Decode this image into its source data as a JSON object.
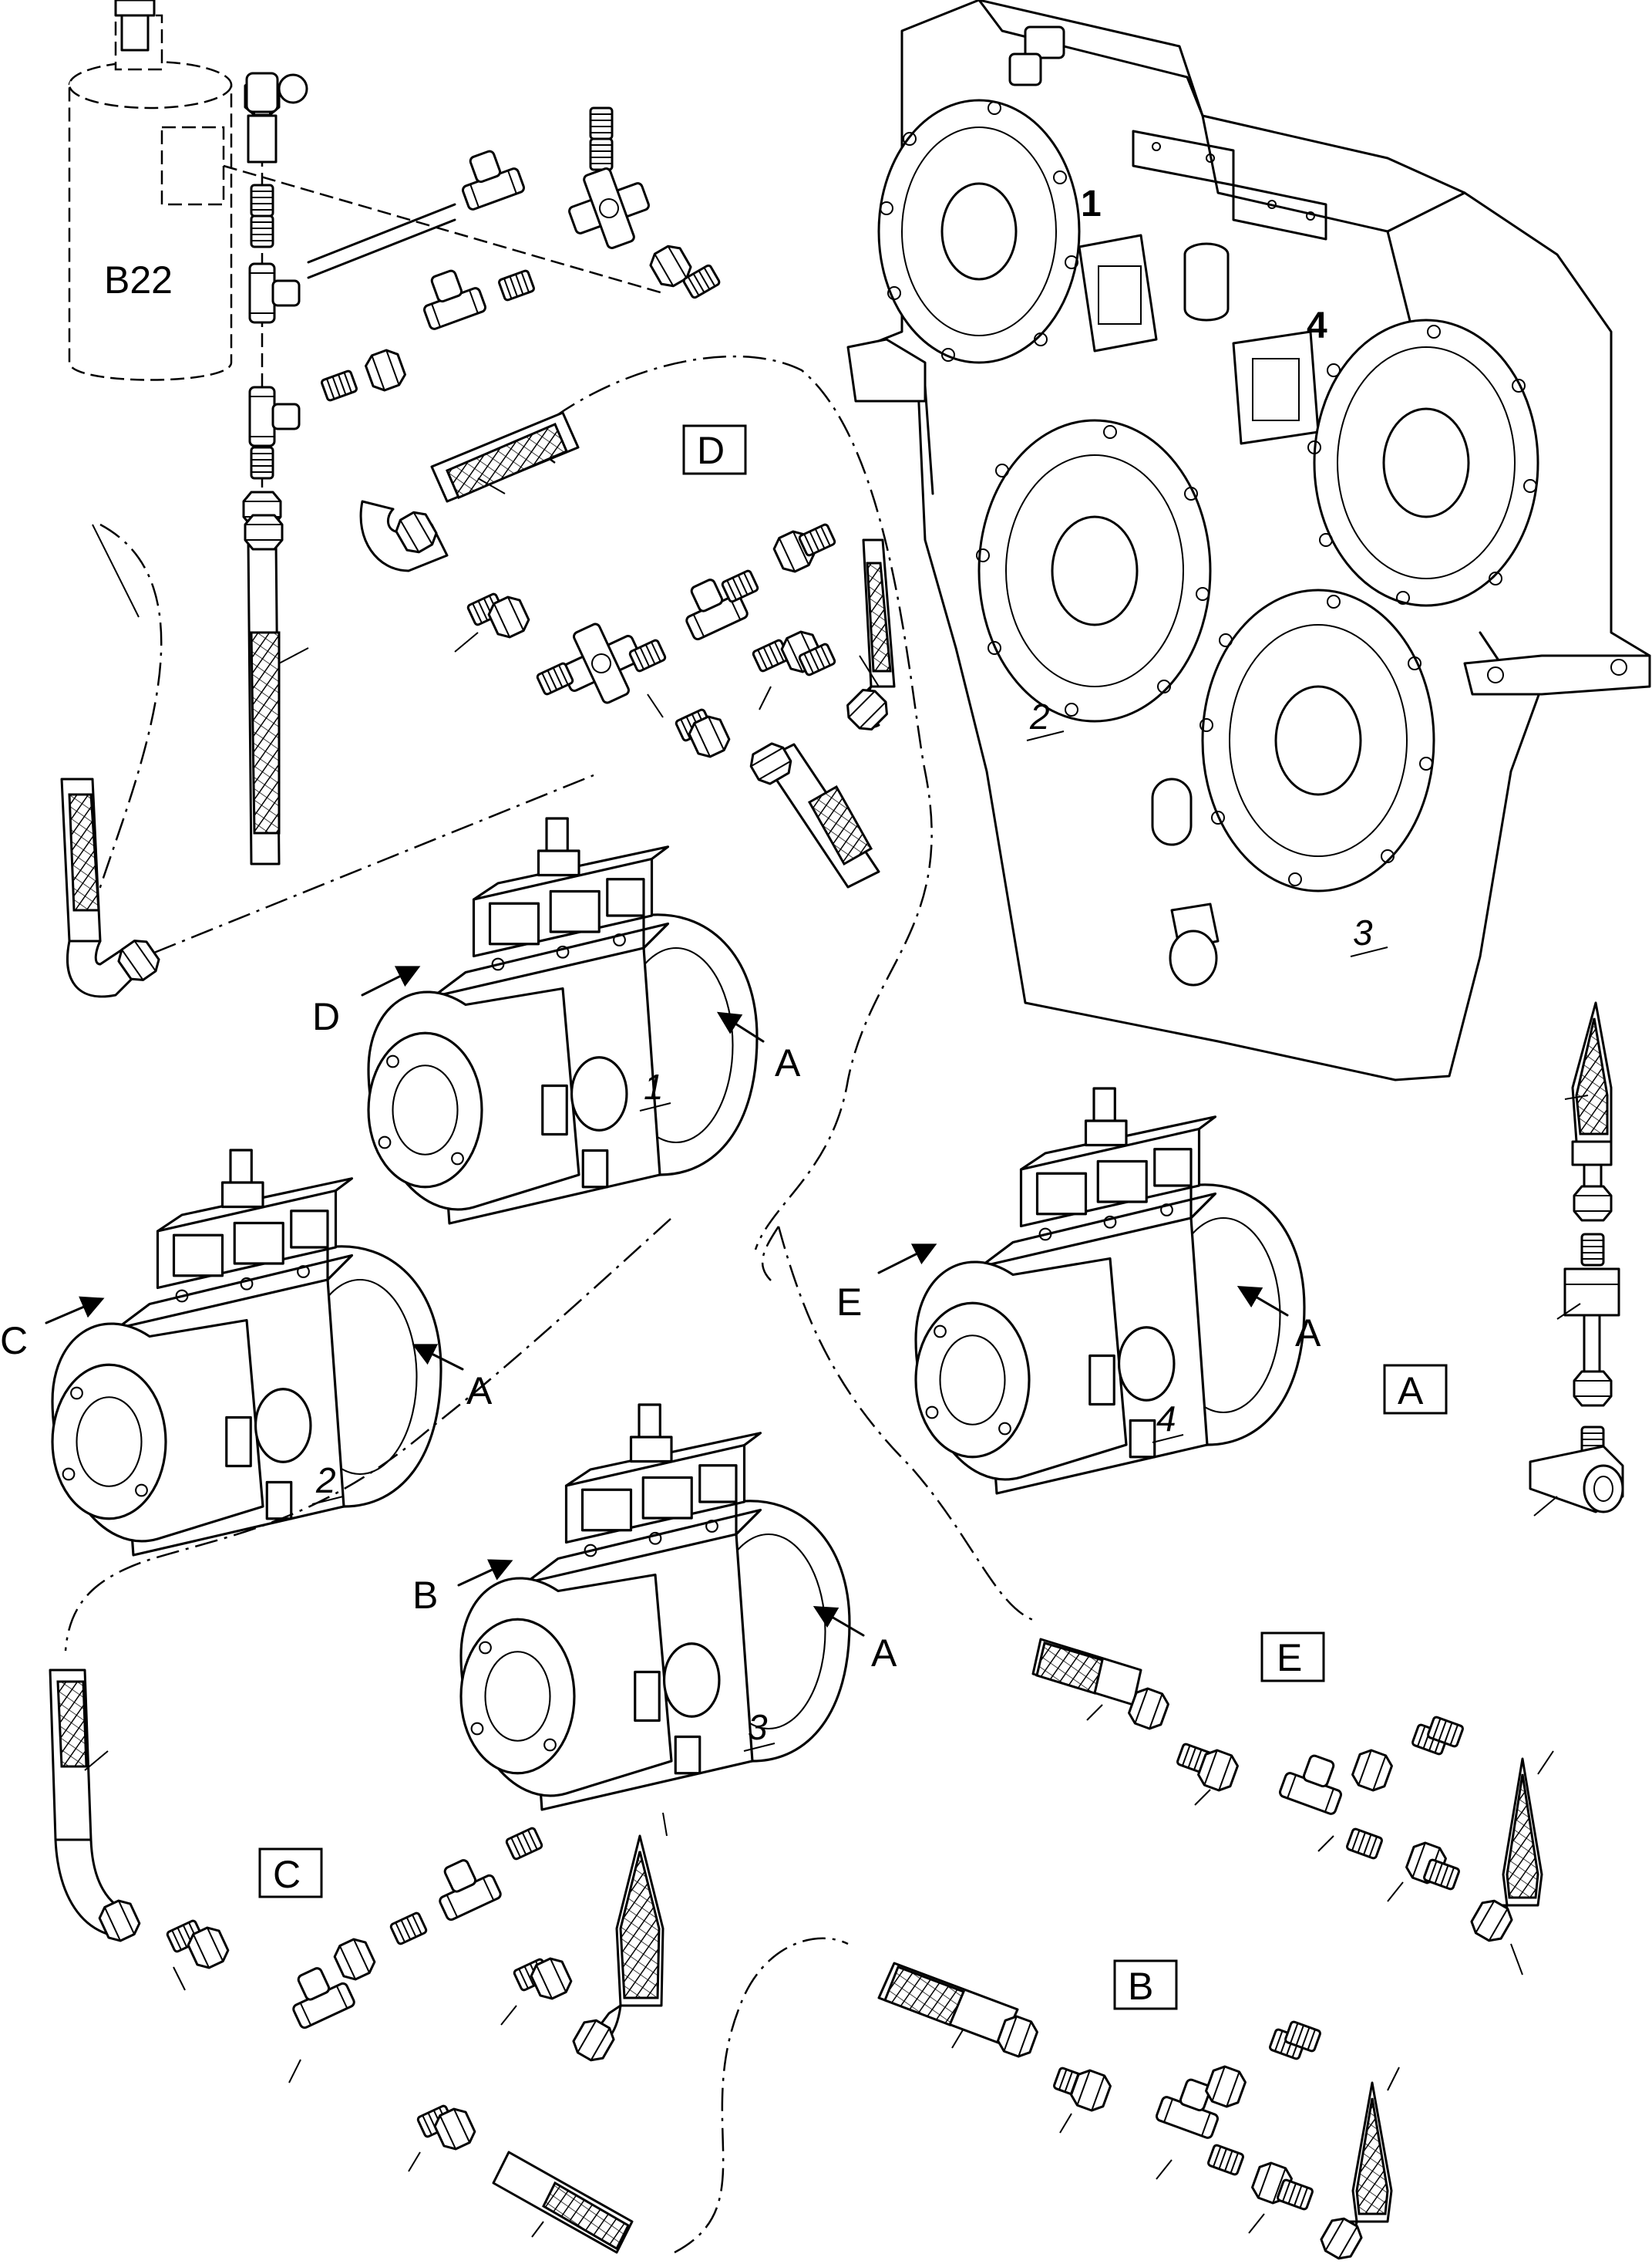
{
  "reservoir_label": "B22",
  "gearbox_ports": [
    "1",
    "2",
    "3",
    "4"
  ],
  "pumps": [
    {
      "number": "1",
      "inlet_arrow": "D",
      "outlet_arrow": "A"
    },
    {
      "number": "2",
      "inlet_arrow": "C",
      "outlet_arrow": "A"
    },
    {
      "number": "3",
      "inlet_arrow": "B",
      "outlet_arrow": "A"
    },
    {
      "number": "4",
      "inlet_arrow": "E",
      "outlet_arrow": "A"
    }
  ],
  "detail_boxes": [
    "D",
    "A",
    "E",
    "C",
    "B"
  ]
}
